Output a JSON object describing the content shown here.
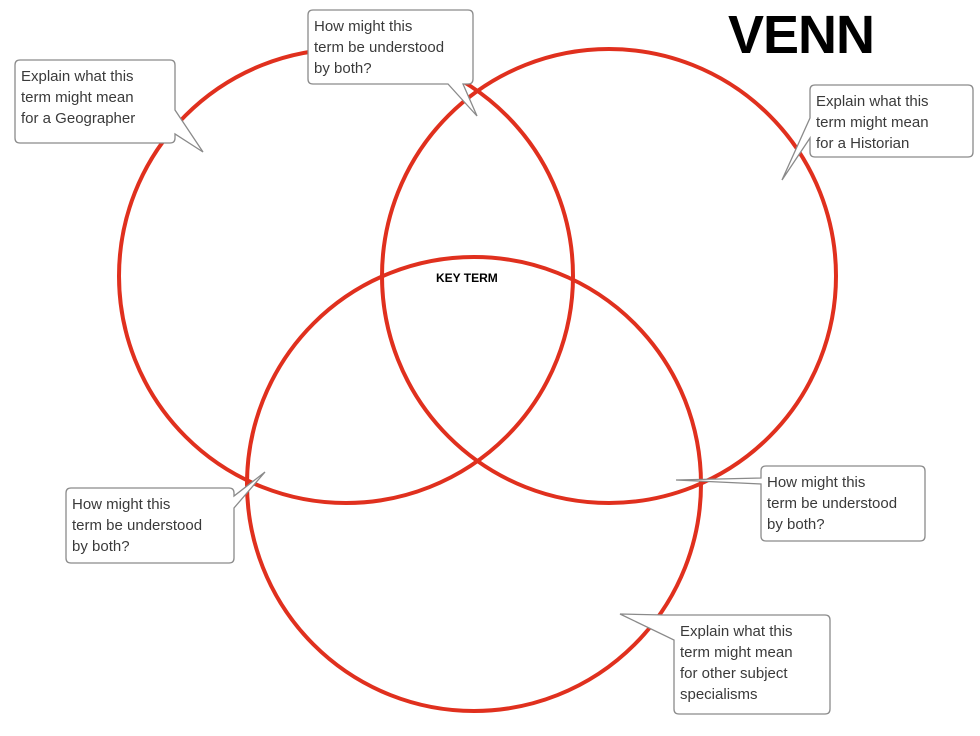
{
  "title": "VENN",
  "key_term": "KEY TERM",
  "colors": {
    "circle_stroke": "#e0301e",
    "bubble_border": "#8a8a8a",
    "bubble_text": "#3a3a3a"
  },
  "callouts": {
    "geographer": [
      "Explain what this",
      "term might mean",
      "for a Geographer"
    ],
    "top_both": [
      "How might this",
      "term be understood",
      "by both?"
    ],
    "historian": [
      "Explain what this",
      "term might mean",
      "for a Historian"
    ],
    "left_both": [
      "How might this",
      "term be understood",
      "by both?"
    ],
    "right_both": [
      "How might this",
      "term be understood",
      "by both?"
    ],
    "other": [
      "Explain what this",
      "term might mean",
      "for other subject",
      "specialisms"
    ]
  }
}
